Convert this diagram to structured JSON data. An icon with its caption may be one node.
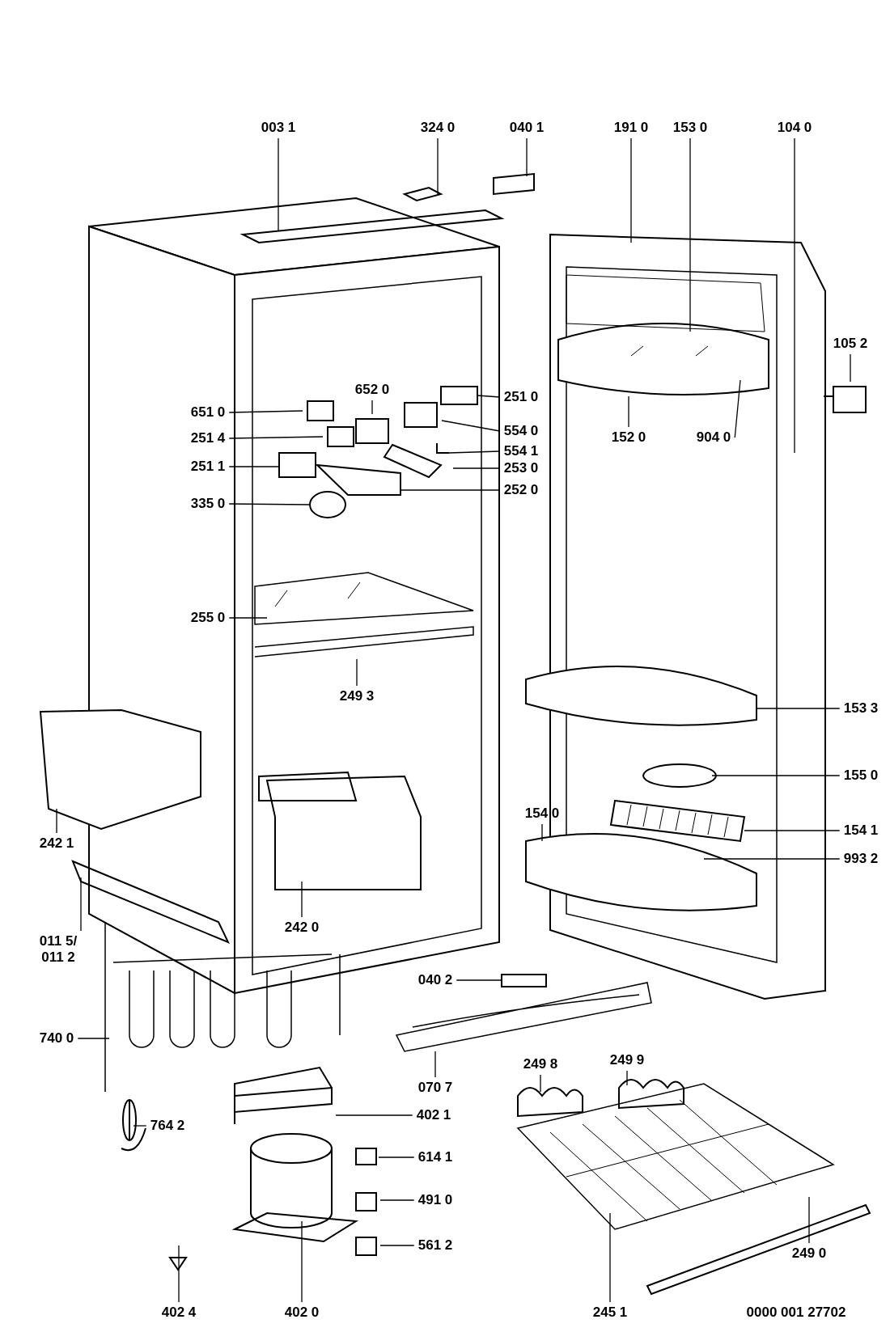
{
  "diagram": {
    "nodes": [
      {
        "text": [
          "003 1"
        ]
      },
      {
        "text": [
          "324 0"
        ]
      },
      {
        "text": [
          "040 1"
        ]
      },
      {
        "text": [
          "191 0"
        ]
      },
      {
        "text": [
          "153 0"
        ]
      },
      {
        "text": [
          "104 0"
        ]
      },
      {
        "text": [
          "105 2"
        ]
      },
      {
        "text": [
          "651 0"
        ]
      },
      {
        "text": [
          "251 4"
        ]
      },
      {
        "text": [
          "251 1"
        ]
      },
      {
        "text": [
          "335 0"
        ]
      },
      {
        "text": [
          "255 0"
        ]
      },
      {
        "text": [
          "652 0"
        ]
      },
      {
        "text": [
          "251 0"
        ]
      },
      {
        "text": [
          "554 0"
        ]
      },
      {
        "text": [
          "554 1"
        ]
      },
      {
        "text": [
          "253 0"
        ]
      },
      {
        "text": [
          "252 0"
        ]
      },
      {
        "text": [
          "152 0"
        ]
      },
      {
        "text": [
          "904 0"
        ]
      },
      {
        "text": [
          "249 3"
        ]
      },
      {
        "text": [
          "153 3"
        ]
      },
      {
        "text": [
          "155 0"
        ]
      },
      {
        "text": [
          "154 0"
        ]
      },
      {
        "text": [
          "154 1"
        ]
      },
      {
        "text": [
          "993 2"
        ]
      },
      {
        "text": [
          "242 1"
        ]
      },
      {
        "text": [
          "242 0"
        ]
      },
      {
        "text": [
          "011 5/ 011 2"
        ]
      },
      {
        "text": [
          "040 2"
        ]
      },
      {
        "text": [
          "740 0"
        ]
      },
      {
        "text": [
          "249 8"
        ]
      },
      {
        "text": [
          "249 9"
        ]
      },
      {
        "text": [
          "070 7"
        ]
      },
      {
        "text": [
          "764 2"
        ]
      },
      {
        "text": [
          "402 1"
        ]
      },
      {
        "text": [
          "614 1"
        ]
      },
      {
        "text": [
          "491 0"
        ]
      },
      {
        "text": [
          "561 2"
        ]
      },
      {
        "text": [
          "249 0"
        ]
      },
      {
        "text": [
          "402 4"
        ]
      },
      {
        "text": [
          "402 0"
        ]
      },
      {
        "text": [
          "245 1"
        ]
      }
    ],
    "edges": [
      {
        "from": 0,
        "to": null,
        "arrow": "none"
      },
      {
        "from": 1,
        "to": null,
        "arrow": "none"
      },
      {
        "from": 2,
        "to": null,
        "arrow": "none"
      },
      {
        "from": 3,
        "to": null,
        "arrow": "none"
      },
      {
        "from": 4,
        "to": null,
        "arrow": "none"
      },
      {
        "from": 5,
        "to": null,
        "arrow": "none"
      },
      {
        "from": 6,
        "to": null,
        "arrow": "none"
      },
      {
        "from": 7,
        "to": null,
        "arrow": "none"
      },
      {
        "from": 8,
        "to": null,
        "arrow": "none"
      },
      {
        "from": 9,
        "to": null,
        "arrow": "none"
      },
      {
        "from": 10,
        "to": null,
        "arrow": "none"
      },
      {
        "from": 11,
        "to": null,
        "arrow": "none"
      },
      {
        "from": 12,
        "to": null,
        "arrow": "none"
      },
      {
        "from": 13,
        "to": null,
        "arrow": "none"
      },
      {
        "from": 14,
        "to": null,
        "arrow": "none"
      },
      {
        "from": 15,
        "to": null,
        "arrow": "none"
      },
      {
        "from": 16,
        "to": null,
        "arrow": "none"
      },
      {
        "from": 17,
        "to": null,
        "arrow": "none"
      },
      {
        "from": 18,
        "to": null,
        "arrow": "none"
      },
      {
        "from": 19,
        "to": null,
        "arrow": "none"
      },
      {
        "from": 20,
        "to": null,
        "arrow": "none"
      },
      {
        "from": 21,
        "to": null,
        "arrow": "none"
      },
      {
        "from": 22,
        "to": null,
        "arrow": "none"
      },
      {
        "from": 23,
        "to": null,
        "arrow": "none"
      },
      {
        "from": 24,
        "to": null,
        "arrow": "none"
      },
      {
        "from": 25,
        "to": null,
        "arrow": "none"
      },
      {
        "from": 26,
        "to": null,
        "arrow": "none"
      },
      {
        "from": 27,
        "to": null,
        "arrow": "none"
      },
      {
        "from": 28,
        "to": null,
        "arrow": "none"
      },
      {
        "from": 29,
        "to": null,
        "arrow": "none"
      },
      {
        "from": 30,
        "to": null,
        "arrow": "none"
      },
      {
        "from": 31,
        "to": null,
        "arrow": "none"
      },
      {
        "from": 32,
        "to": null,
        "arrow": "none"
      },
      {
        "from": 33,
        "to": null,
        "arrow": "none"
      },
      {
        "from": 34,
        "to": null,
        "arrow": "none"
      },
      {
        "from": 35,
        "to": null,
        "arrow": "none"
      },
      {
        "from": 36,
        "to": null,
        "arrow": "none"
      },
      {
        "from": 37,
        "to": null,
        "arrow": "none"
      },
      {
        "from": 38,
        "to": null,
        "arrow": "none"
      },
      {
        "from": 39,
        "to": null,
        "arrow": "none"
      },
      {
        "from": 40,
        "to": null,
        "arrow": "none"
      },
      {
        "from": 41,
        "to": null,
        "arrow": "none"
      },
      {
        "from": 42,
        "to": null,
        "arrow": "none"
      }
    ],
    "labels": [
      "0000 001 27702"
    ]
  }
}
